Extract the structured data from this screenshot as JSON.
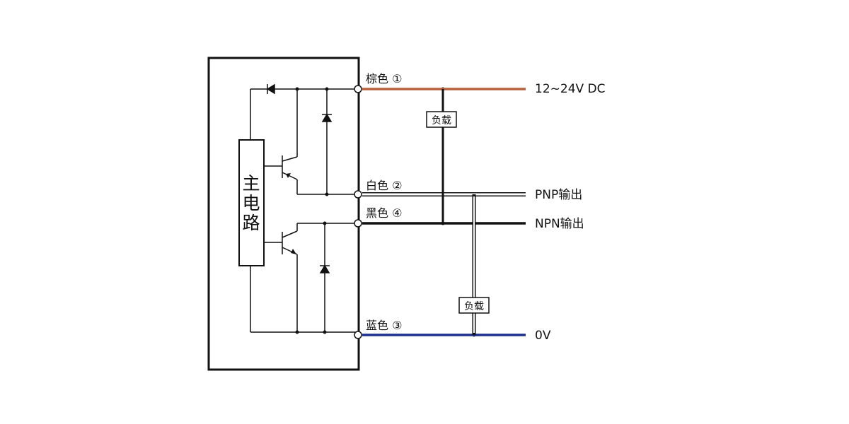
{
  "circuit": {
    "main_label": [
      "主",
      "电",
      "路"
    ]
  },
  "wires": {
    "brown": {
      "label": "棕色 ①",
      "output": "12~24V DC",
      "color": "#b5623b"
    },
    "white": {
      "label": "白色 ②",
      "output": "PNP输出",
      "color": "#ffffff"
    },
    "black": {
      "label": "黑色 ④",
      "output": "NPN输出",
      "color": "#111111"
    },
    "blue": {
      "label": "蓝色 ③",
      "output": "0V",
      "color": "#1c2f8c"
    }
  },
  "loads": {
    "upper": "负载",
    "lower": "负载"
  }
}
